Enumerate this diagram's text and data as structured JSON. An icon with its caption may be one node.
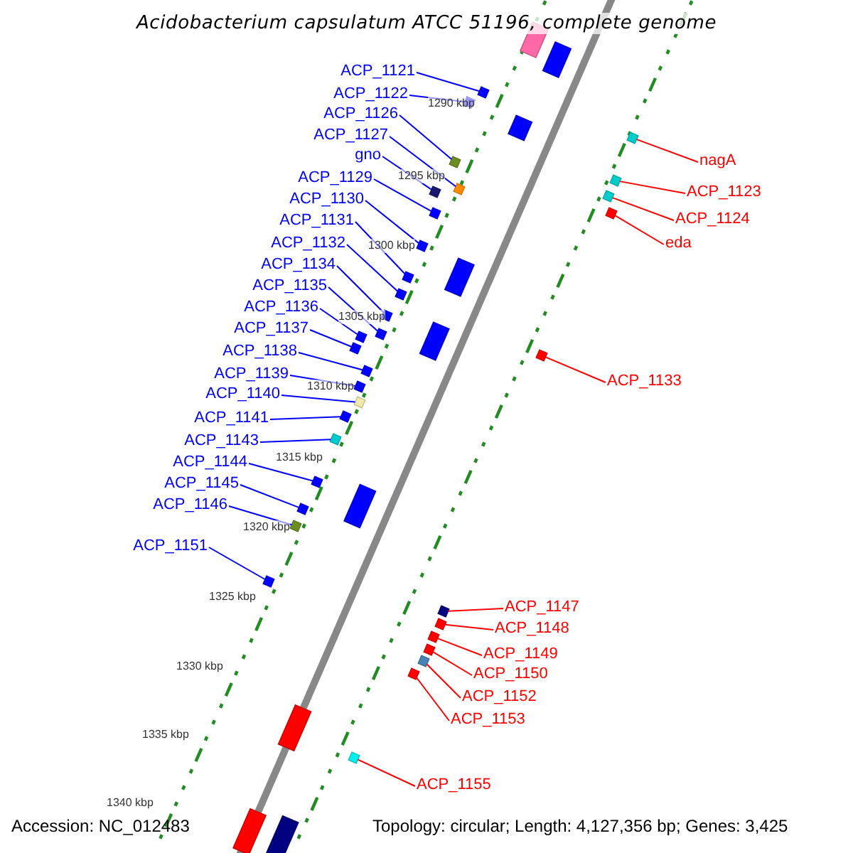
{
  "diagram": {
    "title": "Acidobacterium capsulatum ATCC 51196, complete genome",
    "nodes": [
      {
        "text": [
          "ACP_1121"
        ]
      },
      {
        "text": [
          "ACP_1122"
        ]
      },
      {
        "text": [
          "ACP_1126"
        ]
      },
      {
        "text": [
          "ACP_1127"
        ]
      },
      {
        "text": [
          "gno"
        ]
      },
      {
        "text": [
          "ACP_1129"
        ]
      },
      {
        "text": [
          "ACP_1130"
        ]
      },
      {
        "text": [
          "ACP_1131"
        ]
      },
      {
        "text": [
          "ACP_1132"
        ]
      },
      {
        "text": [
          "ACP_1134"
        ]
      },
      {
        "text": [
          "ACP_1135"
        ]
      },
      {
        "text": [
          "ACP_1136"
        ]
      },
      {
        "text": [
          "ACP_1137"
        ]
      },
      {
        "text": [
          "ACP_1138"
        ]
      },
      {
        "text": [
          "ACP_1139"
        ]
      },
      {
        "text": [
          "ACP_1140"
        ]
      },
      {
        "text": [
          "ACP_1141"
        ]
      },
      {
        "text": [
          "ACP_1143"
        ]
      },
      {
        "text": [
          "ACP_1144"
        ]
      },
      {
        "text": [
          "ACP_1145"
        ]
      },
      {
        "text": [
          "ACP_1146"
        ]
      },
      {
        "text": [
          "ACP_1151"
        ]
      },
      {
        "text": [
          "nagA"
        ]
      },
      {
        "text": [
          "ACP_1123"
        ]
      },
      {
        "text": [
          "ACP_1124"
        ]
      },
      {
        "text": [
          "eda"
        ]
      },
      {
        "text": [
          "ACP_1133"
        ]
      },
      {
        "text": [
          "ACP_1147"
        ]
      },
      {
        "text": [
          "ACP_1148"
        ]
      },
      {
        "text": [
          "ACP_1149"
        ]
      },
      {
        "text": [
          "ACP_1150"
        ]
      },
      {
        "text": [
          "ACP_1152"
        ]
      },
      {
        "text": [
          "ACP_1153"
        ]
      },
      {
        "text": [
          "ACP_1155"
        ]
      },
      {
        "text": [],
        "shape": "box"
      },
      {
        "text": [],
        "shape": "box"
      },
      {
        "text": [],
        "shape": "box"
      },
      {
        "text": [],
        "shape": "box"
      },
      {
        "text": [],
        "shape": "box"
      },
      {
        "text": [],
        "shape": "box"
      },
      {
        "text": [],
        "shape": "box"
      },
      {
        "text": [],
        "shape": "box"
      },
      {
        "text": [],
        "shape": "box"
      },
      {
        "text": [],
        "shape": "box"
      },
      {
        "text": [],
        "shape": "box"
      },
      {
        "text": [],
        "shape": "box"
      },
      {
        "text": [],
        "shape": "box"
      },
      {
        "text": [],
        "shape": "box"
      },
      {
        "text": [],
        "shape": "box"
      },
      {
        "text": [],
        "shape": "box"
      },
      {
        "text": [],
        "shape": "box"
      },
      {
        "text": [],
        "shape": "box"
      },
      {
        "text": [],
        "shape": "box"
      },
      {
        "text": [],
        "shape": "box"
      },
      {
        "text": [],
        "shape": "box"
      },
      {
        "text": [],
        "shape": "box"
      },
      {
        "text": [],
        "shape": "box"
      },
      {
        "text": [],
        "shape": "box"
      },
      {
        "text": [],
        "shape": "box"
      },
      {
        "text": [],
        "shape": "box"
      },
      {
        "text": [],
        "shape": "box"
      },
      {
        "text": [],
        "shape": "box"
      },
      {
        "text": [],
        "shape": "box"
      },
      {
        "text": [],
        "shape": "box"
      },
      {
        "text": [],
        "shape": "box"
      },
      {
        "text": [],
        "shape": "box"
      },
      {
        "text": [],
        "shape": "box"
      },
      {
        "text": [],
        "shape": "box"
      }
    ],
    "edges": [
      {
        "from": 0,
        "to": 34,
        "arrow": "none"
      },
      {
        "from": 1,
        "to": 35,
        "arrow": "none"
      },
      {
        "from": 2,
        "to": 36,
        "arrow": "none"
      },
      {
        "from": 3,
        "to": 37,
        "arrow": "none"
      },
      {
        "from": 4,
        "to": 38,
        "arrow": "none"
      },
      {
        "from": 5,
        "to": 39,
        "arrow": "none"
      },
      {
        "from": 6,
        "to": 40,
        "arrow": "none"
      },
      {
        "from": 7,
        "to": 41,
        "arrow": "none"
      },
      {
        "from": 8,
        "to": 42,
        "arrow": "none"
      },
      {
        "from": 9,
        "to": 43,
        "arrow": "none"
      },
      {
        "from": 10,
        "to": 44,
        "arrow": "none"
      },
      {
        "from": 11,
        "to": 45,
        "arrow": "none"
      },
      {
        "from": 12,
        "to": 46,
        "arrow": "none"
      },
      {
        "from": 13,
        "to": 47,
        "arrow": "none"
      },
      {
        "from": 14,
        "to": 48,
        "arrow": "none"
      },
      {
        "from": 15,
        "to": 49,
        "arrow": "none"
      },
      {
        "from": 16,
        "to": 50,
        "arrow": "none"
      },
      {
        "from": 17,
        "to": 51,
        "arrow": "none"
      },
      {
        "from": 18,
        "to": 52,
        "arrow": "none"
      },
      {
        "from": 19,
        "to": 53,
        "arrow": "none"
      },
      {
        "from": 20,
        "to": 54,
        "arrow": "none"
      },
      {
        "from": 21,
        "to": 55,
        "arrow": "none"
      },
      {
        "from": 22,
        "to": 56,
        "arrow": "none",
        "color": "#ff0000"
      },
      {
        "from": 23,
        "to": 57,
        "arrow": "none",
        "color": "#ff0000"
      },
      {
        "from": 24,
        "to": 58,
        "arrow": "none",
        "color": "#ff0000"
      },
      {
        "from": 25,
        "to": 59,
        "arrow": "none",
        "color": "#ff0000"
      },
      {
        "from": 26,
        "to": 60,
        "arrow": "none",
        "color": "#ff0000"
      },
      {
        "from": 27,
        "to": 61,
        "arrow": "none",
        "color": "#ff0000"
      },
      {
        "from": 28,
        "to": 62,
        "arrow": "none",
        "color": "#ff0000"
      },
      {
        "from": 29,
        "to": 63,
        "arrow": "none",
        "color": "#ff0000"
      },
      {
        "from": 30,
        "to": 64,
        "arrow": "none",
        "color": "#ff0000"
      },
      {
        "from": 31,
        "to": 65,
        "arrow": "none",
        "color": "#ff0000"
      },
      {
        "from": 32,
        "to": 66,
        "arrow": "none",
        "color": "#ff0000"
      },
      {
        "from": 33,
        "to": 67,
        "arrow": "none",
        "color": "#ff0000"
      }
    ],
    "labels": [
      "1290 kbp",
      "1295 kbp",
      "1300 kbp",
      "1305 kbp",
      "1310 kbp",
      "1315 kbp",
      "1320 kbp",
      "1325 kbp",
      "1330 kbp",
      "1335 kbp",
      "1340 kbp",
      "Accession: NC_012483",
      "Topology: circular; Length: 4,127,356 bp; Genes: 3,425"
    ]
  }
}
